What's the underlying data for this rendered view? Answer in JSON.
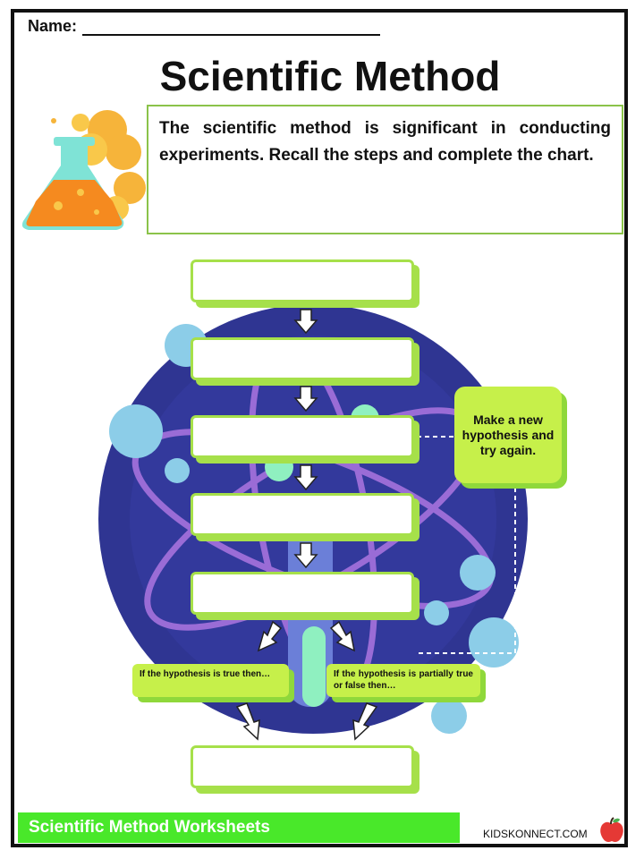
{
  "header": {
    "name_label": "Name:",
    "title": "Scientific Method"
  },
  "intro": {
    "text": "The scientific method is significant in conducting experiments. Recall the steps and complete the chart."
  },
  "flowchart": {
    "steps": [
      "",
      "",
      "",
      "",
      ""
    ],
    "final_step": "",
    "retry_box": "Make a new hypothesis and try again.",
    "branch_true": "If the hypothesis is true then…",
    "branch_partial": "If the hypothesis is partially true or false then…"
  },
  "footer": {
    "worksheet_label": "Scientific Method Worksheets",
    "brand": "KIDSKONNECT.COM"
  },
  "colors": {
    "box_border": "#a6e04a",
    "callout_fill": "#c6f04a",
    "footer_green": "#49e82a",
    "circle_bg": "#2f3592"
  }
}
